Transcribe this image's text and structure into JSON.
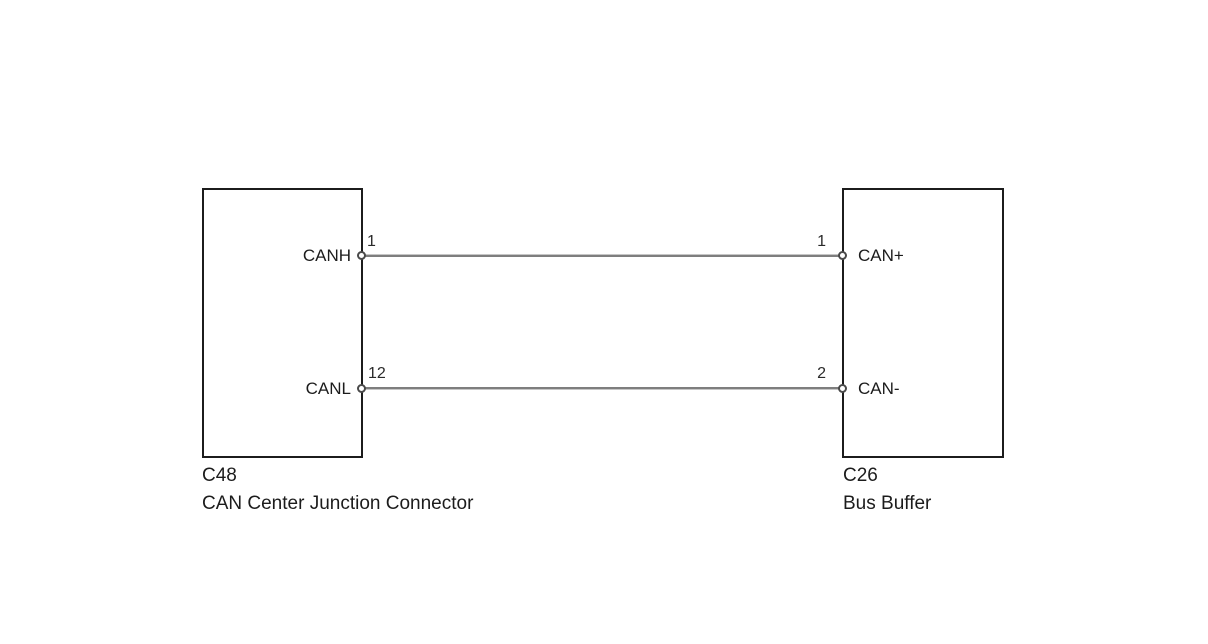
{
  "diagram": {
    "type": "wiring-diagram",
    "background_color": "#ffffff",
    "box_border_color": "#1c1c1c",
    "wire_color": "#7e7e7e",
    "left_connector": {
      "id": "C48",
      "name": "CAN Center Junction Connector",
      "pins": [
        {
          "number": "1",
          "signal": "CANH"
        },
        {
          "number": "12",
          "signal": "CANL"
        }
      ]
    },
    "right_connector": {
      "id": "C26",
      "name": "Bus Buffer",
      "pins": [
        {
          "number": "1",
          "signal": "CAN+"
        },
        {
          "number": "2",
          "signal": "CAN-"
        }
      ]
    },
    "wires": [
      {
        "from": "C48 pin 1 (CANH)",
        "to": "C26 pin 1 (CAN+)"
      },
      {
        "from": "C48 pin 12 (CANL)",
        "to": "C26 pin 2 (CAN-)"
      }
    ]
  }
}
